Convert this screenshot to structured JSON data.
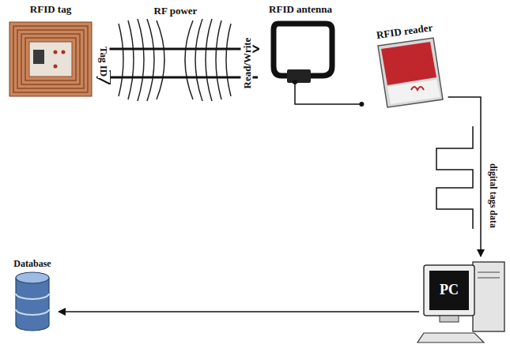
{
  "diagram": {
    "nodes": [
      {
        "text": [
          "RFID tag"
        ]
      },
      {
        "text": [
          "RFID antenna"
        ]
      },
      {
        "text": [
          "RFID reader"
        ]
      },
      {
        "text": [
          "PC"
        ]
      },
      {
        "text": [
          "Database"
        ]
      }
    ],
    "edges": [
      {
        "from": 0,
        "to": 1,
        "label": "Tag ID",
        "arrow": "to"
      },
      {
        "from": 1,
        "to": 0,
        "label": "Read/Write",
        "arrow": "to"
      },
      {
        "from": 1,
        "to": 2,
        "arrow": "none"
      },
      {
        "from": 2,
        "to": 3,
        "label": "digital tags data",
        "arrow": "to"
      },
      {
        "from": 3,
        "to": 4,
        "arrow": "to"
      }
    ],
    "labels": [
      "RF power"
    ]
  }
}
